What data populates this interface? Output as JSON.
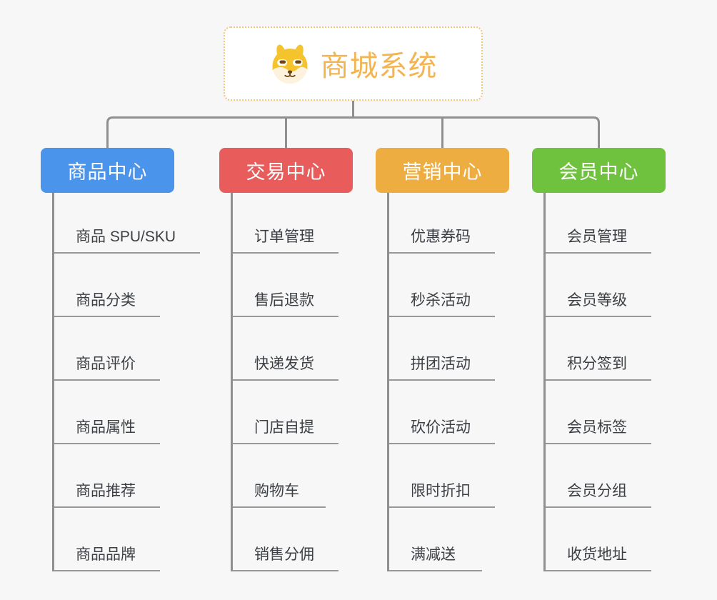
{
  "root": {
    "title": "商城系统",
    "icon": "dog-face-icon"
  },
  "branches": [
    {
      "label": "商品中心",
      "color": "#4b94ec",
      "children": [
        "商品 SPU/SKU",
        "商品分类",
        "商品评价",
        "商品属性",
        "商品推荐",
        "商品品牌"
      ]
    },
    {
      "label": "交易中心",
      "color": "#e85c5c",
      "children": [
        "订单管理",
        "售后退款",
        "快递发货",
        "门店自提",
        "购物车",
        "销售分佣"
      ]
    },
    {
      "label": "营销中心",
      "color": "#eead40",
      "children": [
        "优惠券码",
        "秒杀活动",
        "拼团活动",
        "砍价活动",
        "限时折扣",
        "满减送"
      ]
    },
    {
      "label": "会员中心",
      "color": "#6fc23d",
      "children": [
        "会员管理",
        "会员等级",
        "积分签到",
        "会员标签",
        "会员分组",
        "收货地址"
      ]
    }
  ],
  "colors": {
    "background": "#f7f7f7",
    "connector_line": "#8f8f8f",
    "child_underline": "#989898",
    "child_text": "#3c4045",
    "root_border": "#f3c682",
    "root_text": "#f3b452",
    "root_background": "#ffffff"
  }
}
